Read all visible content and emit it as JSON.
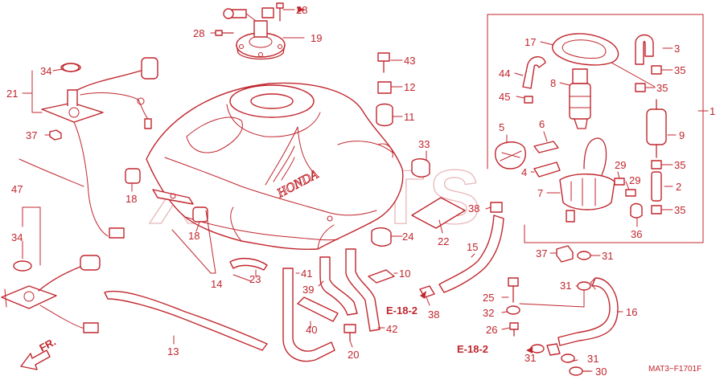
{
  "labels": [
    {
      "id": "p28a",
      "text": "28"
    },
    {
      "id": "p28b",
      "text": "28"
    },
    {
      "id": "p19",
      "text": "19"
    },
    {
      "id": "p34a",
      "text": "34"
    },
    {
      "id": "p21",
      "text": "21"
    },
    {
      "id": "p37a",
      "text": "37"
    },
    {
      "id": "p43",
      "text": "43"
    },
    {
      "id": "p12",
      "text": "12"
    },
    {
      "id": "p11",
      "text": "11"
    },
    {
      "id": "p33",
      "text": "33"
    },
    {
      "id": "p18a",
      "text": "18"
    },
    {
      "id": "p18b",
      "text": "18"
    },
    {
      "id": "p47",
      "text": "47"
    },
    {
      "id": "p34b",
      "text": "34"
    },
    {
      "id": "p24",
      "text": "24"
    },
    {
      "id": "p22",
      "text": "22"
    },
    {
      "id": "p38a",
      "text": "38"
    },
    {
      "id": "p14",
      "text": "14"
    },
    {
      "id": "p23",
      "text": "23"
    },
    {
      "id": "p41",
      "text": "41"
    },
    {
      "id": "p39",
      "text": "39"
    },
    {
      "id": "p10",
      "text": "10"
    },
    {
      "id": "p38b",
      "text": "38"
    },
    {
      "id": "p40",
      "text": "40"
    },
    {
      "id": "p42",
      "text": "42"
    },
    {
      "id": "p20",
      "text": "20"
    },
    {
      "id": "p13",
      "text": "13"
    },
    {
      "id": "p15",
      "text": "15"
    },
    {
      "id": "p17",
      "text": "17"
    },
    {
      "id": "p3",
      "text": "3"
    },
    {
      "id": "p35a",
      "text": "35"
    },
    {
      "id": "p44",
      "text": "44"
    },
    {
      "id": "p8",
      "text": "8"
    },
    {
      "id": "p35b",
      "text": "35"
    },
    {
      "id": "p45",
      "text": "45"
    },
    {
      "id": "p1",
      "text": "1"
    },
    {
      "id": "p5",
      "text": "5"
    },
    {
      "id": "p6",
      "text": "6"
    },
    {
      "id": "p9",
      "text": "9"
    },
    {
      "id": "p35c",
      "text": "35"
    },
    {
      "id": "p4",
      "text": "4"
    },
    {
      "id": "p29a",
      "text": "29"
    },
    {
      "id": "p29b",
      "text": "29"
    },
    {
      "id": "p2",
      "text": "2"
    },
    {
      "id": "p7",
      "text": "7"
    },
    {
      "id": "p35d",
      "text": "35"
    },
    {
      "id": "p36",
      "text": "36"
    },
    {
      "id": "p37b",
      "text": "37"
    },
    {
      "id": "p31a",
      "text": "31"
    },
    {
      "id": "p31b",
      "text": "31"
    },
    {
      "id": "p25",
      "text": "25"
    },
    {
      "id": "p32",
      "text": "32"
    },
    {
      "id": "p26",
      "text": "26"
    },
    {
      "id": "p16",
      "text": "16"
    },
    {
      "id": "p31c",
      "text": "31"
    },
    {
      "id": "p31d",
      "text": "31"
    },
    {
      "id": "p30",
      "text": "30"
    }
  ],
  "references": {
    "e18_upper": "E-18-2",
    "e18_lower": "E-18-2"
  },
  "front_marker": "FR.",
  "tank_brand": "HONDA",
  "watermark": "XPARTS",
  "diagram_code": "MAT3−F1701F",
  "colors": {
    "line": "#c0262d",
    "watermark": "#e8b8bb",
    "background": "#ffffff"
  }
}
